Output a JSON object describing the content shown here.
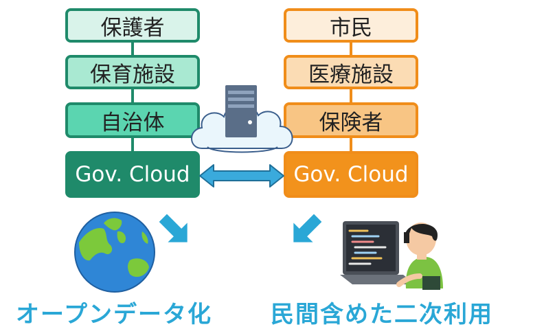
{
  "left_stack": {
    "items": [
      "保護者",
      "保育施設",
      "自治体"
    ],
    "cloud_label": "Gov. Cloud",
    "color": "#1f8a6a"
  },
  "right_stack": {
    "items": [
      "市民",
      "医療施設",
      "保険者"
    ],
    "cloud_label": "Gov. Cloud",
    "color": "#f08d1a"
  },
  "captions": {
    "left": "オープンデータ化",
    "right": "民間含めた二次利用"
  },
  "icons": {
    "center": "cloud-server-icon",
    "left_image": "globe-icon",
    "right_image": "person-at-laptop-icon"
  },
  "colors": {
    "arrow": "#2aa7d6",
    "caption": "#2aa7d6"
  }
}
